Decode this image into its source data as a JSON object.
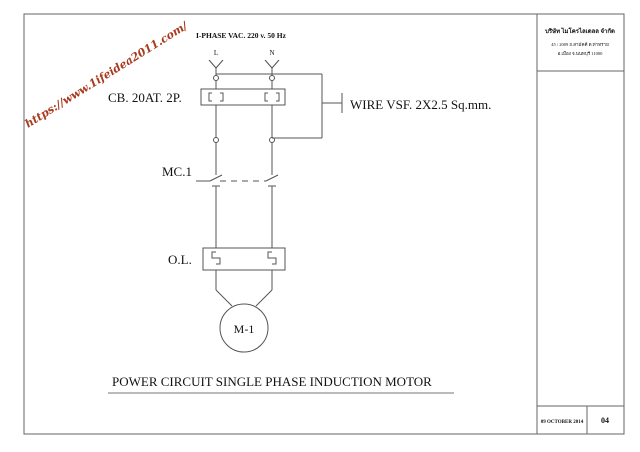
{
  "supply_label": "I-PHASE  VAC. 220 v. 50 Hz",
  "terminal_l": "L",
  "terminal_n": "N",
  "breaker_label": "CB. 20AT. 2P.",
  "wire_label": "WIRE VSF. 2X2.5 Sq.mm.",
  "contactor_label": "MC.1",
  "overload_label": "O.L.",
  "motor_label": "M-1",
  "title": "POWER  CIRCUIT  SINGLE PHASE INDUCTION MOTOR",
  "watermark": "https://www.1ifeidea2011.com/",
  "title_block": {
    "company": "บริษัท ไมโครไลเดลล จำกัด",
    "address_1": "45 / 2009 ถ.สามัคคี ต.ท่าทราย",
    "address_2": "อ.เมือง จ.นนทบุรี 11000",
    "date": "09 OCTOBER 2014",
    "sheet": "04"
  },
  "colors": {
    "line": "#555555",
    "watermark": "#a83a1e"
  }
}
